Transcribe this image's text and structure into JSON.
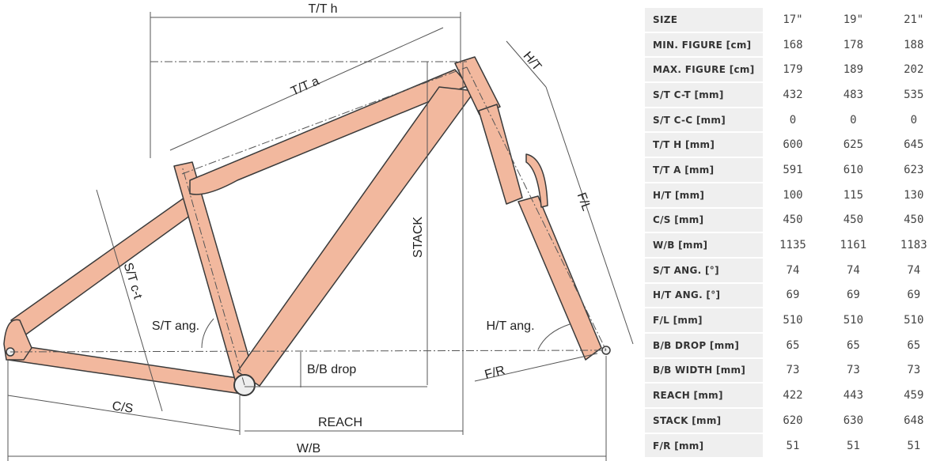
{
  "diagram": {
    "labels": {
      "tt_h": "T/T h",
      "tt_a": "T/T a",
      "ht": "H/T",
      "fl": "F/L",
      "stack": "STACK",
      "st_ct": "S/T c-t",
      "st_ang": "S/T ang.",
      "ht_ang": "H/T ang.",
      "bb_drop": "B/B drop",
      "cs": "C/S",
      "reach": "REACH",
      "wb": "W/B",
      "fr": "F/R"
    },
    "colors": {
      "frame": "#f2b89e",
      "outline": "#3a3a3a",
      "line": "#555555"
    }
  },
  "table": {
    "header": {
      "label": "SIZE",
      "values": [
        "17\"",
        "19\"",
        "21\""
      ]
    },
    "rows": [
      {
        "label": "MIN. FIGURE [cm]",
        "values": [
          "168",
          "178",
          "188"
        ]
      },
      {
        "label": "MAX. FIGURE [cm]",
        "values": [
          "179",
          "189",
          "202"
        ]
      },
      {
        "label": "S/T C-T [mm]",
        "values": [
          "432",
          "483",
          "535"
        ]
      },
      {
        "label": "S/T C-C [mm]",
        "values": [
          "0",
          "0",
          "0"
        ]
      },
      {
        "label": "T/T H [mm]",
        "values": [
          "600",
          "625",
          "645"
        ]
      },
      {
        "label": "T/T A [mm]",
        "values": [
          "591",
          "610",
          "623"
        ]
      },
      {
        "label": "H/T [mm]",
        "values": [
          "100",
          "115",
          "130"
        ]
      },
      {
        "label": "C/S [mm]",
        "values": [
          "450",
          "450",
          "450"
        ]
      },
      {
        "label": "W/B [mm]",
        "values": [
          "1135",
          "1161",
          "1183"
        ]
      },
      {
        "label": "S/T ANG. [°]",
        "values": [
          "74",
          "74",
          "74"
        ]
      },
      {
        "label": "H/T ANG. [°]",
        "values": [
          "69",
          "69",
          "69"
        ]
      },
      {
        "label": "F/L [mm]",
        "values": [
          "510",
          "510",
          "510"
        ]
      },
      {
        "label": "B/B DROP [mm]",
        "values": [
          "65",
          "65",
          "65"
        ]
      },
      {
        "label": "B/B WIDTH [mm]",
        "values": [
          "73",
          "73",
          "73"
        ]
      },
      {
        "label": "REACH [mm]",
        "values": [
          "422",
          "443",
          "459"
        ]
      },
      {
        "label": "STACK [mm]",
        "values": [
          "620",
          "630",
          "648"
        ]
      },
      {
        "label": "F/R [mm]",
        "values": [
          "51",
          "51",
          "51"
        ]
      }
    ]
  }
}
